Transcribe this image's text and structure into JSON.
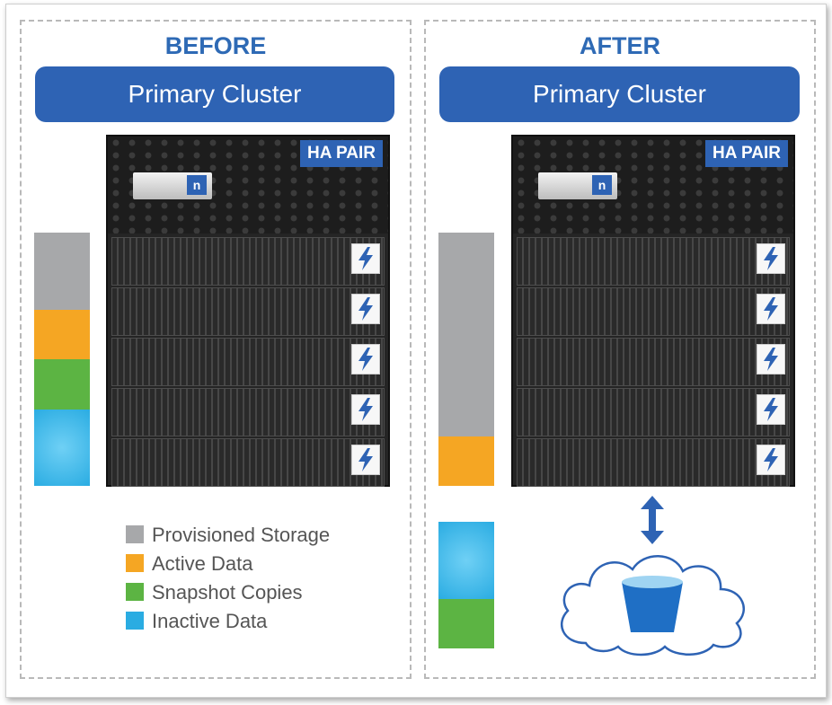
{
  "colors": {
    "provisioned": "#a7a8aa",
    "active": "#f5a623",
    "snapshot": "#5cb443",
    "inactive": "#2aace2",
    "brand_blue": "#2e63b4"
  },
  "before": {
    "heading": "BEFORE",
    "banner": "Primary Cluster",
    "badge": "HA PAIR"
  },
  "after": {
    "heading": "AFTER",
    "banner": "Primary Cluster",
    "badge": "HA PAIR"
  },
  "legend": [
    {
      "label": "Provisioned Storage",
      "color": "#a7a8aa"
    },
    {
      "label": "Active Data",
      "color": "#f5a623"
    },
    {
      "label": "Snapshot Copies",
      "color": "#5cb443"
    },
    {
      "label": "Inactive Data",
      "color": "#2aace2"
    }
  ],
  "icons": {
    "logo": "netapp-logo",
    "shelf_badge": "lightning-bolt-icon",
    "arrow": "double-arrow-vertical-icon",
    "cloud": "cloud-bucket-icon"
  }
}
